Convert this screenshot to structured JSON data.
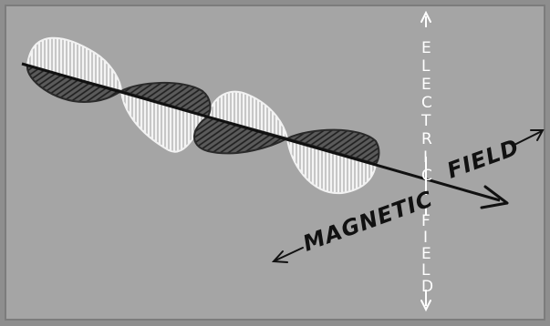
{
  "labels": {
    "electric_top": "ELECTRIC",
    "electric_bottom": "FIELD",
    "magnetic": "MAGNETIC",
    "field": "FIELD"
  },
  "colors": {
    "background": "#a5a5a5",
    "frame": "#8e8e8e",
    "electric_wave": "#f2f2f2",
    "magnetic_wave": "#3a3a3a",
    "axis": "#111111",
    "electric_axis": "#ffffff"
  }
}
